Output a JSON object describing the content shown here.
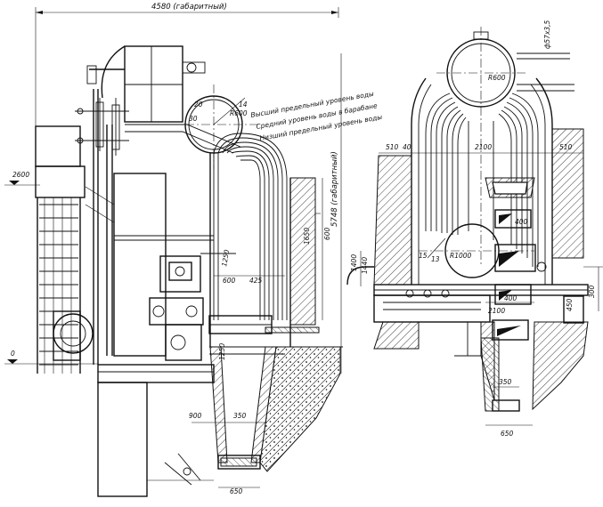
{
  "dimensions": {
    "overall_width": "4580 (габаритный)",
    "overall_height": "5748 (габаритный)",
    "level_2600": "2600",
    "level_0": "0",
    "d_1650": "1650",
    "d_1250": "1250",
    "d_900_left": "900",
    "d_350_left": "350",
    "d_650_left": "650",
    "d_600": "600",
    "d_425": "425",
    "d_1250b": "1250",
    "d_600_v": "600",
    "d_510_left": "510",
    "d_40": "40",
    "d_2100_top": "2100",
    "d_510_right": "510",
    "d_400_a": "400",
    "d_400_b": "400",
    "d_2100_mid": "2100",
    "d_300": "300",
    "d_350_right": "350",
    "d_650_right": "650",
    "d_1400": "1400",
    "d_1440": "1440",
    "d_450": "450",
    "pipe_top": "ф57х3,5",
    "r_600_a": "R600",
    "r_600_b": "R600",
    "r_1000": "R1000",
    "angle_15": "15",
    "angle_13": "13",
    "angle_20": "20",
    "angle_30": "30",
    "angle_14": "14"
  },
  "annotations": {
    "water_high": "Высший предельный уровень воды",
    "water_mid": "Средний уровень воды в барабане",
    "water_low": "Низший предельный уровень воды"
  }
}
